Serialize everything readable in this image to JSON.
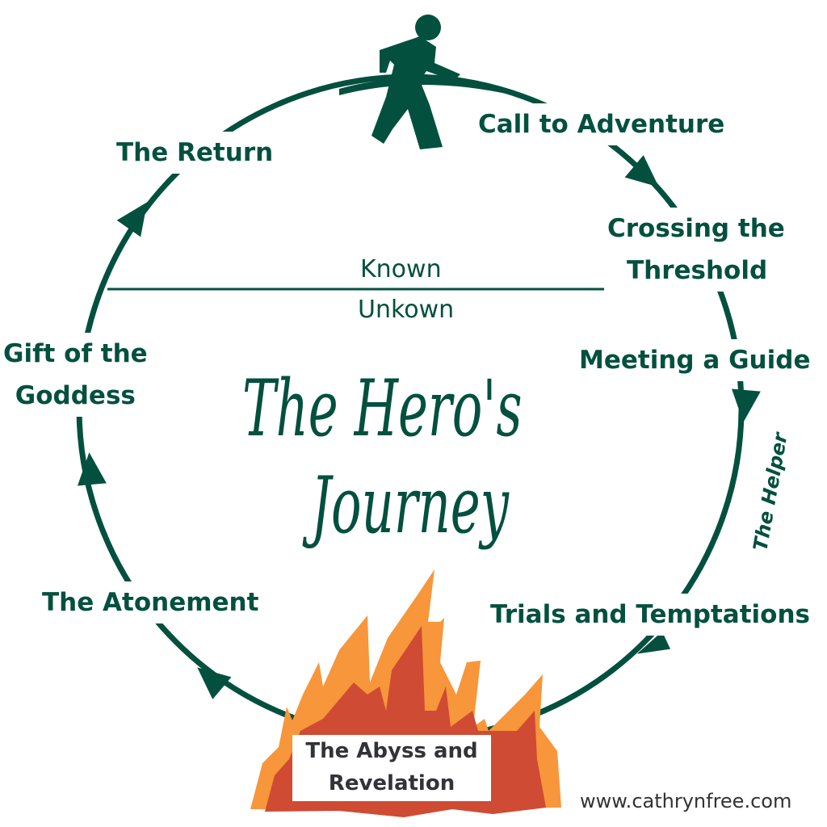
{
  "colors": {
    "primary": "#03503F",
    "flame_outer": "#F7963A",
    "flame_inner": "#CF4B33",
    "dark_text": "#333238"
  },
  "icons": [
    "walking-person-icon",
    "fire-icon",
    "arrow-icon"
  ],
  "title": {
    "line1": "The Hero's",
    "line2": "Journey"
  },
  "divider": {
    "above": "Known",
    "below": "Unkown"
  },
  "stages": {
    "call": "Call to Adventure",
    "crossing_1": "Crossing the",
    "crossing_2": "Threshold",
    "guide": "Meeting a Guide",
    "helper": "The Helper",
    "trials": "Trials and Temptations",
    "abyss_1": "The Abyss and",
    "abyss_2": "Revelation",
    "atonement": "The Atonement",
    "gift_1": "Gift of the",
    "gift_2": "Goddess",
    "return": "The Return"
  },
  "footer": {
    "website": "www.cathrynfree.com"
  }
}
